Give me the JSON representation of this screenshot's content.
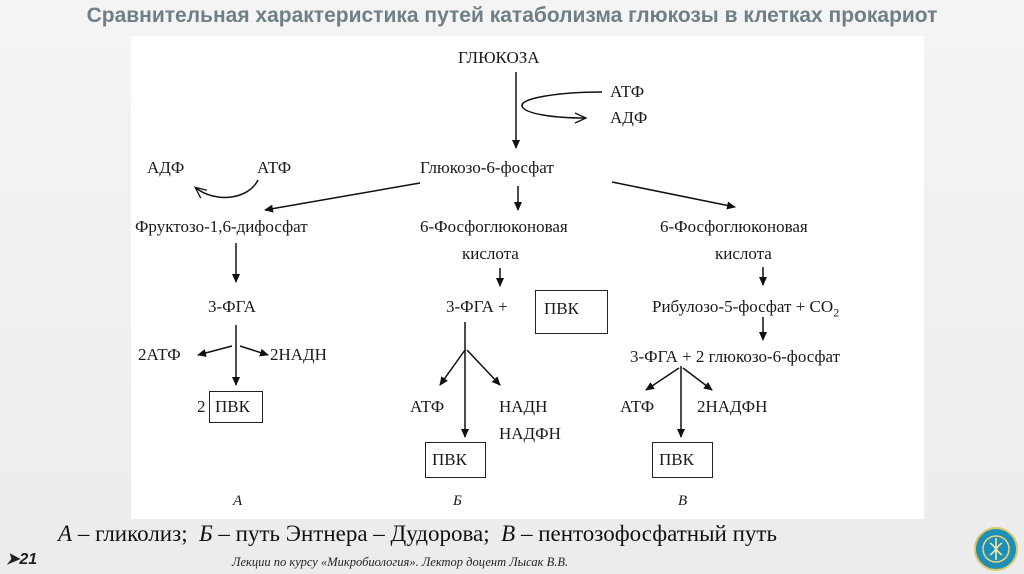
{
  "title": "Сравнительная характеристика путей катаболизма глюкозы в клетках прокариот",
  "diagram": {
    "glucose": "ГЛЮКОЗА",
    "atp_top": "АТФ",
    "adp_top": "АДФ",
    "g6p": "Глюкозо-6-фосфат",
    "adp_left": "АДФ",
    "atp_left": "АТФ",
    "f16dp": "Фруктозо-1,6-дифосфат",
    "pg_mid_1": "6-Фосфоглюконовая",
    "pg_mid_2": "кислота",
    "pg_right_1": "6-Фосфоглюконовая",
    "pg_right_2": "кислота",
    "fga_a": "3-ФГА",
    "fga_b": "3-ФГА +",
    "pvk_b_top": "ПВК",
    "ribulose": "Рибулозо-5-фосфат + СО",
    "ribulose_sub": "2",
    "fga_c": "3-ФГА + 2 глюкозо-6-фосфат",
    "atp2_a": "2АТФ",
    "nadh2_a": "2НАДН",
    "pvk_a_prefix": "2",
    "pvk_a": "ПВК",
    "atp_b": "АТФ",
    "nadh_b": "НАДН",
    "nadph_b": "НАДФН",
    "pvk_b": "ПВК",
    "atp_c": "АТФ",
    "nadph2_c": "2НАДФН",
    "pvk_c": "ПВК",
    "letter_a": "А",
    "letter_b": "Б",
    "letter_c": "В"
  },
  "legend": {
    "a_letter": "А",
    "a_text": " – гликолиз;  ",
    "b_letter": "Б",
    "b_text": " – путь Энтнера – Дудорова;  ",
    "c_letter": "В",
    "c_text": " – пентозофосфатный путь"
  },
  "footer": "Лекции по курсу «Микробиология».  Лектор доцент Лысак В.В.",
  "page_number": "21",
  "page_marker": "➤"
}
